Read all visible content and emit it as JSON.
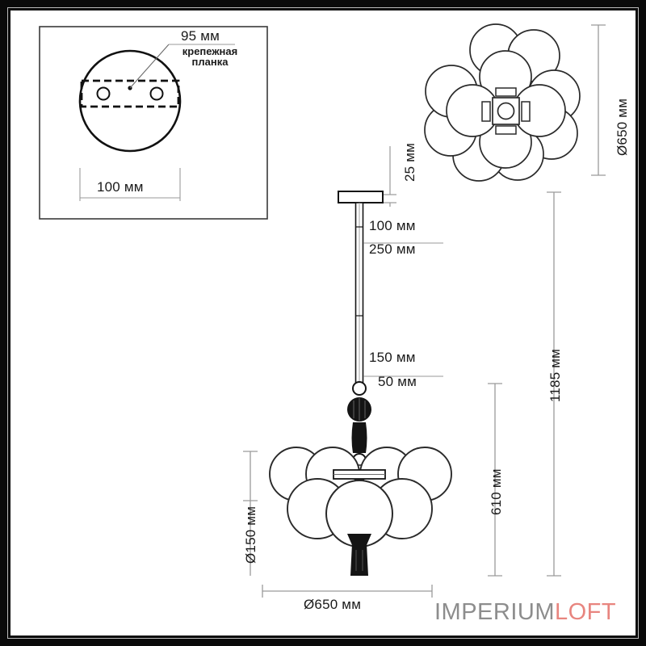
{
  "document": {
    "type": "technical-dimension-drawing",
    "product": "chandelier",
    "background": "#ffffff",
    "line_color": "#1a1a1a",
    "thin_line_color": "#9a9a9a",
    "frame_color": "#0a0a0a"
  },
  "detail_box": {
    "title_dim": "95 мм",
    "note_line1": "крепежная",
    "note_line2": "планка",
    "width_dim": "100 мм"
  },
  "top_view": {
    "diameter_dim": "Ø650 мм",
    "globe_count_outer": 8,
    "globe_count_inner": 4
  },
  "side_view": {
    "canopy_thickness": "25 мм",
    "rod_segment_1": "100 мм",
    "rod_segment_2": "250 мм",
    "rod_segment_3": "150 мм",
    "rod_segment_4": "50 мм",
    "globe_diameter": "Ø150 мм",
    "overall_width": "Ø650 мм",
    "body_height": "610 мм",
    "total_height": "1185 мм"
  },
  "logo": {
    "part1": "IMPERIUM",
    "part2": "LOFT",
    "color1": "#8d8d8d",
    "color2": "#e8857f"
  }
}
